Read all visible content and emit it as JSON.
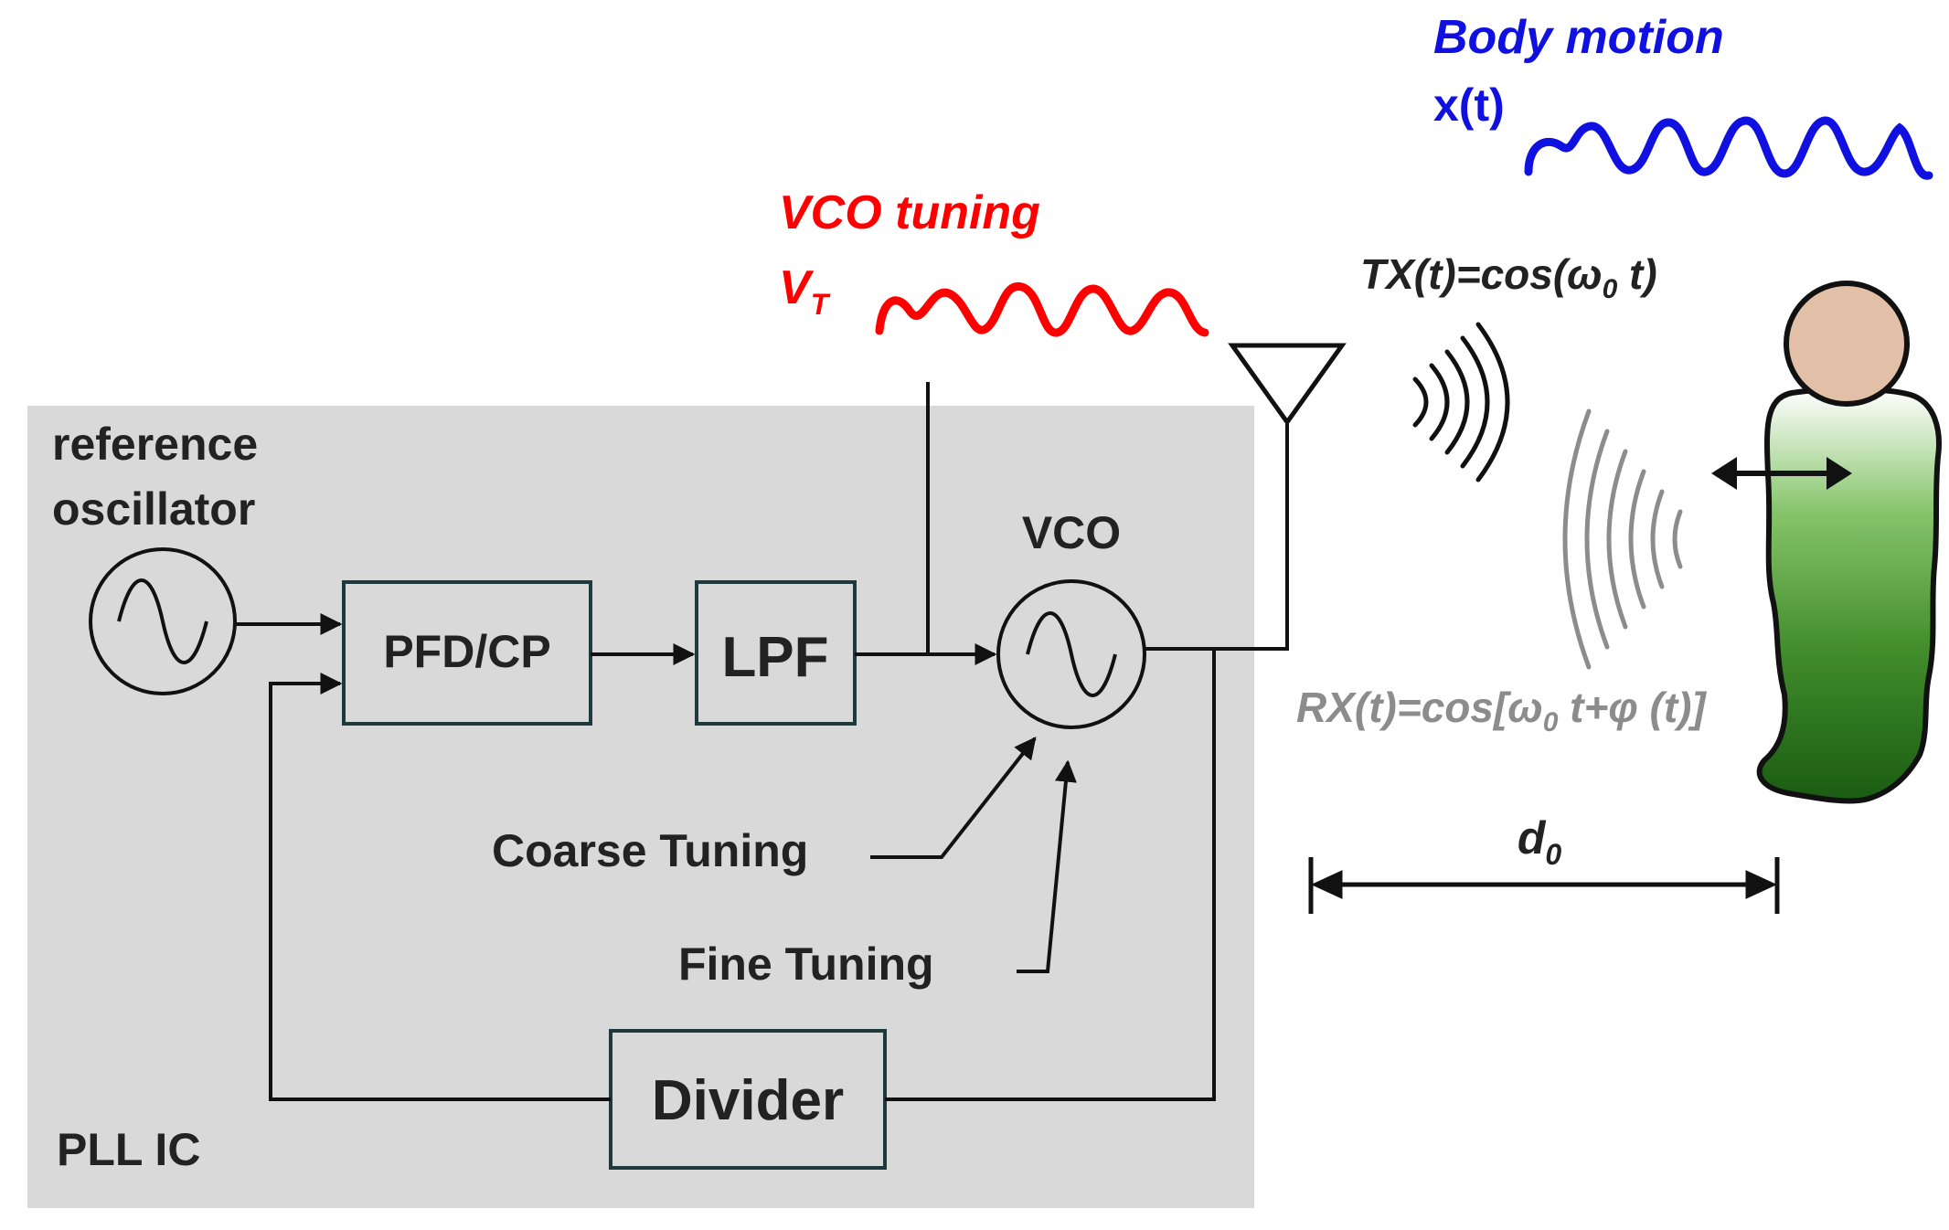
{
  "labels": {
    "ref_osc_line1": "reference",
    "ref_osc_line2": "oscillator",
    "pfd_cp": "PFD/CP",
    "lpf": "LPF",
    "vco": "VCO",
    "divider": "Divider",
    "pll_ic": "PLL IC",
    "coarse_tuning": "Coarse Tuning",
    "fine_tuning": "Fine Tuning",
    "vco_tuning_title": "VCO tuning",
    "vt_main": "V",
    "vt_sub": "T",
    "body_motion_title": "Body motion",
    "body_motion_var": "x(t)",
    "tx_pre": "TX(t)=cos(ω",
    "tx_sub": "0",
    "tx_post": " t)",
    "rx_pre": "RX(t)=cos[ω",
    "rx_sub": "0",
    "rx_post": " t+φ (t)]",
    "d_main": "d",
    "d_sub": "0"
  },
  "colors": {
    "pll_background": "#d9d9d9",
    "block_border": "#1f3a3d",
    "vco_tuning": "#ff0000",
    "body_motion": "#1010e0",
    "rx_signal": "#8c8c8c",
    "tx_signal": "#222222",
    "head_fill": "#e2bfa7",
    "body_top": "#ffffff",
    "body_bottom": "#1a5c12"
  }
}
